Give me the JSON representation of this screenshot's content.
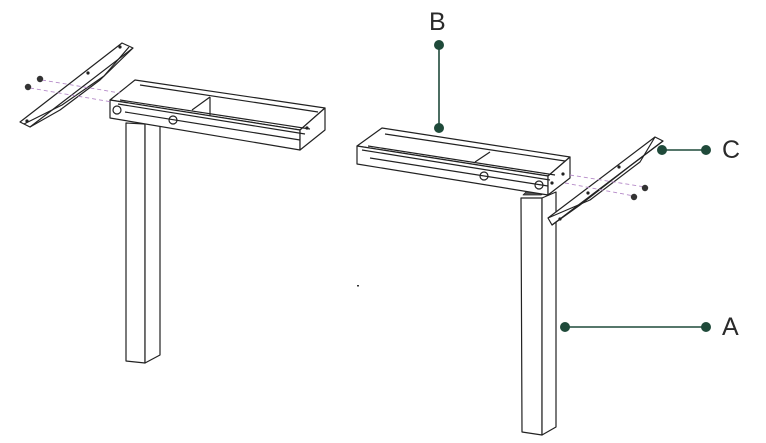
{
  "diagram": {
    "type": "assembly-instruction",
    "colors": {
      "line": "#222222",
      "callout": "#1f4a3a",
      "dashed_guide": "#b58ac8",
      "background": "#ffffff"
    },
    "labels": {
      "A": "A",
      "B": "B",
      "C": "C"
    },
    "parts": [
      {
        "id": "A",
        "name": "Leg column"
      },
      {
        "id": "B",
        "name": "Top frame beam"
      },
      {
        "id": "C",
        "name": "Side bracket"
      }
    ],
    "screws_per_side": 2
  }
}
